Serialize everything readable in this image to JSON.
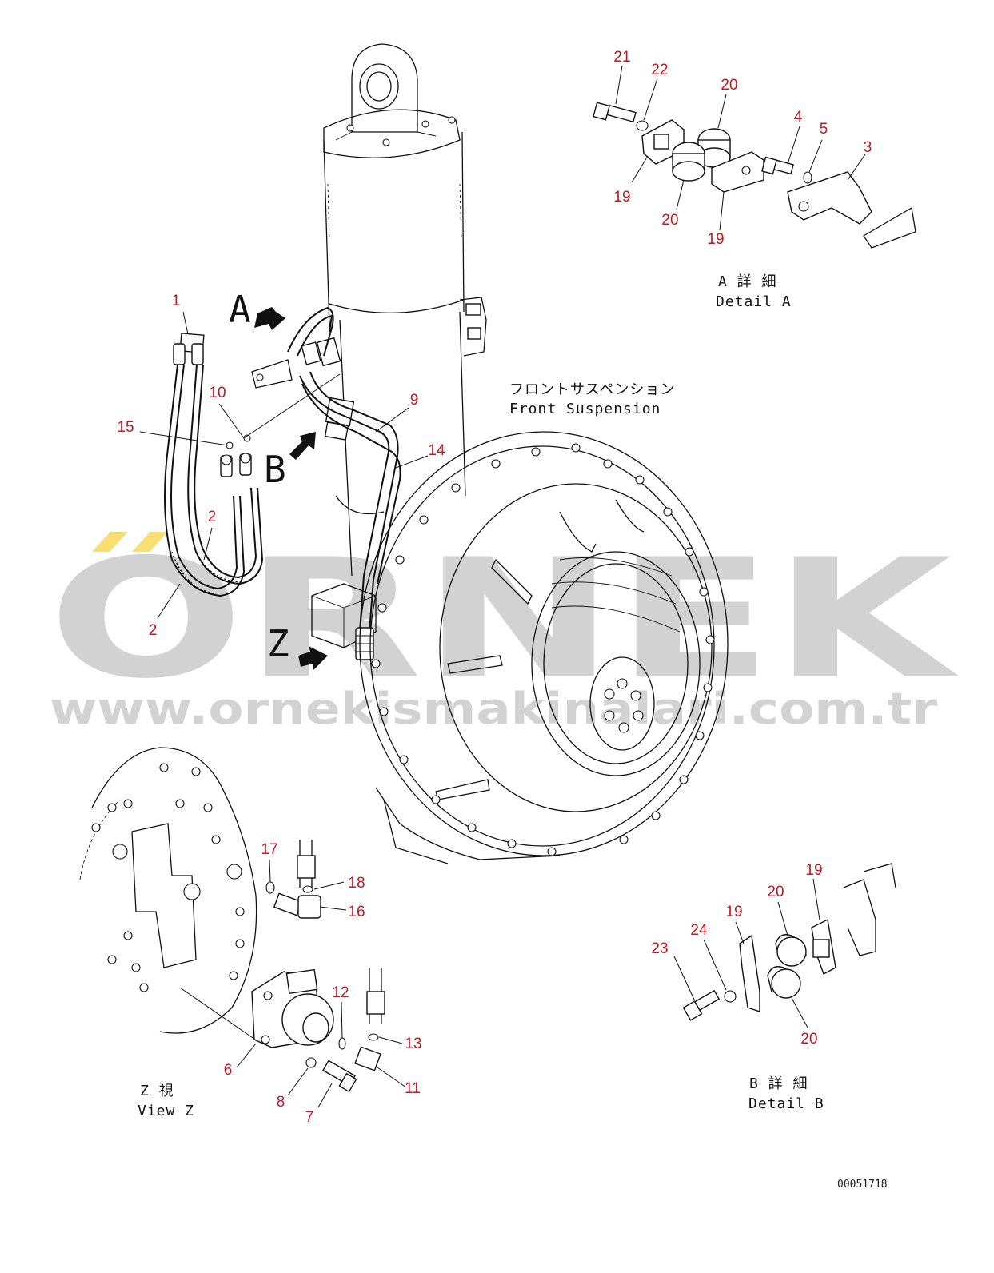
{
  "document_number": "00051718",
  "watermark": {
    "logo_text": "ORNEK",
    "url_text": "www.ornekismakinalari.com.tr"
  },
  "captions": {
    "front_suspension_jp": "フロントサスペンション",
    "front_suspension_en": "Front Suspension",
    "detail_a_jp": "A 詳 細",
    "detail_a_en": "Detail A",
    "detail_b_jp": "B 詳 細",
    "detail_b_en": "Detail B",
    "view_z_jp": "Z  視",
    "view_z_en": "View Z"
  },
  "view_letters": {
    "a": "A",
    "b": "B",
    "z": "Z"
  },
  "callouts": [
    {
      "id": "c1",
      "label": "1"
    },
    {
      "id": "c2a",
      "label": "2"
    },
    {
      "id": "c2b",
      "label": "2"
    },
    {
      "id": "c3",
      "label": "3"
    },
    {
      "id": "c4",
      "label": "4"
    },
    {
      "id": "c5",
      "label": "5"
    },
    {
      "id": "c6",
      "label": "6"
    },
    {
      "id": "c7",
      "label": "7"
    },
    {
      "id": "c8",
      "label": "8"
    },
    {
      "id": "c9",
      "label": "9"
    },
    {
      "id": "c10",
      "label": "10"
    },
    {
      "id": "c11",
      "label": "11"
    },
    {
      "id": "c12",
      "label": "12"
    },
    {
      "id": "c13",
      "label": "13"
    },
    {
      "id": "c14",
      "label": "14"
    },
    {
      "id": "c15",
      "label": "15"
    },
    {
      "id": "c16",
      "label": "16"
    },
    {
      "id": "c17",
      "label": "17"
    },
    {
      "id": "c18",
      "label": "18"
    },
    {
      "id": "c19a",
      "label": "19"
    },
    {
      "id": "c19b",
      "label": "19"
    },
    {
      "id": "c19c",
      "label": "19"
    },
    {
      "id": "c19d",
      "label": "19"
    },
    {
      "id": "c20a",
      "label": "20"
    },
    {
      "id": "c20b",
      "label": "20"
    },
    {
      "id": "c20c",
      "label": "20"
    },
    {
      "id": "c20d",
      "label": "20"
    },
    {
      "id": "c21",
      "label": "21"
    },
    {
      "id": "c22",
      "label": "22"
    },
    {
      "id": "c23",
      "label": "23"
    },
    {
      "id": "c24",
      "label": "24"
    }
  ],
  "colors": {
    "callout": "#c8141e",
    "line": "#111111",
    "watermark": "#8c8c8c",
    "watermark_accent": "#f2c200"
  }
}
